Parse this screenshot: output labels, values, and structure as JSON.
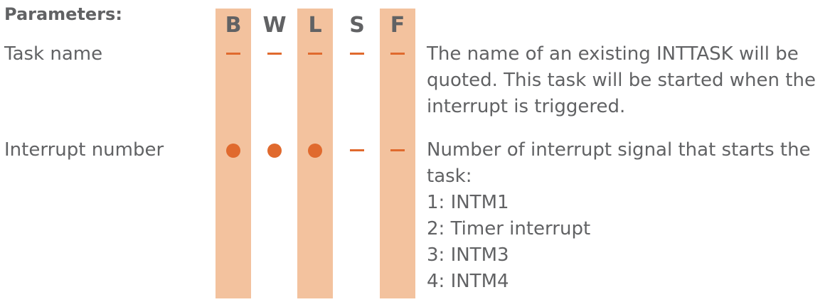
{
  "title": "Parameters:",
  "columns": [
    "B",
    "W",
    "L",
    "S",
    "F"
  ],
  "rows": [
    {
      "label": "Task name",
      "marks": [
        "dash",
        "dash",
        "dash",
        "dash",
        "dash"
      ],
      "description": [
        "The name of an existing INTTASK will be",
        "quoted. This task will be started when the",
        "interrupt is triggered."
      ]
    },
    {
      "label": "Interrupt number",
      "marks": [
        "dot",
        "dot",
        "dot",
        "dash",
        "dash"
      ],
      "description": [
        "Number of interrupt signal that starts the",
        "task:",
        "1: INTM1",
        "2: Timer interrupt",
        "3: INTM3",
        "4: INTM4"
      ]
    }
  ],
  "colors": {
    "stripe": "#f3c29e",
    "mark": "#e06a2e",
    "text": "#616264"
  }
}
